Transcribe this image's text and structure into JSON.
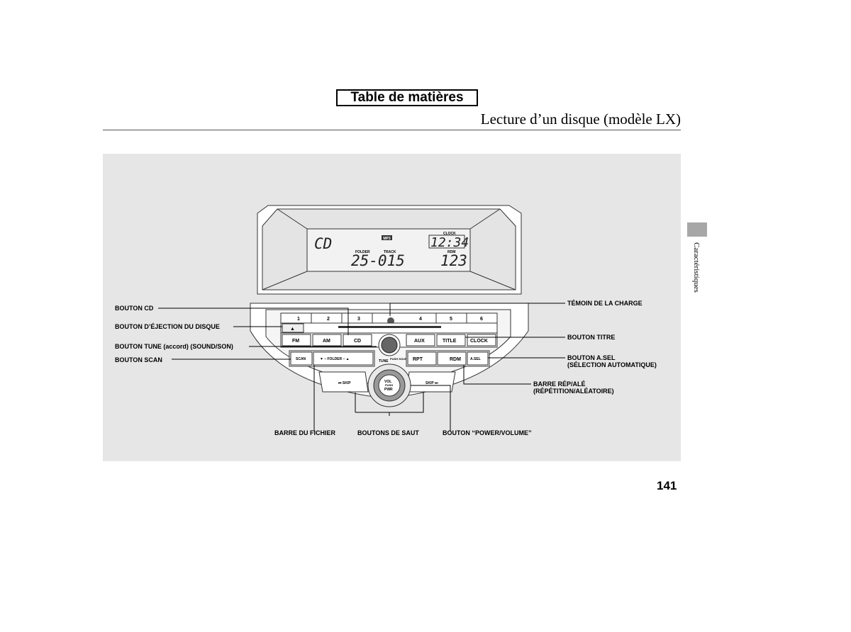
{
  "header": {
    "toc_button": "Table de matières",
    "section_title": "Lecture d’un disque (modèle LX)"
  },
  "side_tab": {
    "label": "Caractéristiques"
  },
  "page_number": "141",
  "display": {
    "source": "CD",
    "mp3_badge": "MP3",
    "clock_label": "CLOCK",
    "time": "12:34",
    "folder_label": "FOLDER",
    "track_label": "TRACK",
    "folder_track": "25-015",
    "rdm_label": "RDM",
    "rdm_value": "123"
  },
  "panel": {
    "presets": [
      "1",
      "2",
      "3",
      "4",
      "5",
      "6"
    ],
    "eject_symbol": "▲",
    "fm": "FM",
    "am": "AM",
    "cd": "CD",
    "aux": "AUX",
    "title": "TITLE",
    "clock": "CLOCK",
    "scan": "SCAN",
    "folder": "▼  – FOLDER –  ▲",
    "tune": "TUNE",
    "push_sound": "PUSH SOUND",
    "rpt": "RPT",
    "rdm": "RDM",
    "asel": "A.SEL",
    "skip_left": "⏮ SKIP",
    "skip_right": "SKIP ⏭",
    "knob_vol": "VOL",
    "knob_push": "PUSH",
    "knob_pwr": "PWR"
  },
  "callouts": {
    "bouton_cd": "BOUTON CD",
    "ejection": "BOUTON D’ÉJECTION DU DISQUE",
    "tune": "BOUTON TUNE (accord) (SOUND/SON)",
    "scan": "BOUTON SCAN",
    "temoin": "TÉMOIN DE LA CHARGE",
    "titre": "BOUTON TITRE",
    "asel_1": "BOUTON A.SEL",
    "asel_2": "(SÉLECTION AUTOMATIQUE)",
    "barre_rep_1": "BARRE RÉP/ALÉ",
    "barre_rep_2": "(RÉPÉTITION/ALÉATOIRE)",
    "fichier": "BARRE DU FICHIER",
    "saut": "BOUTONS DE SAUT",
    "power": "BOUTON ‘‘POWER/VOLUME’’"
  }
}
